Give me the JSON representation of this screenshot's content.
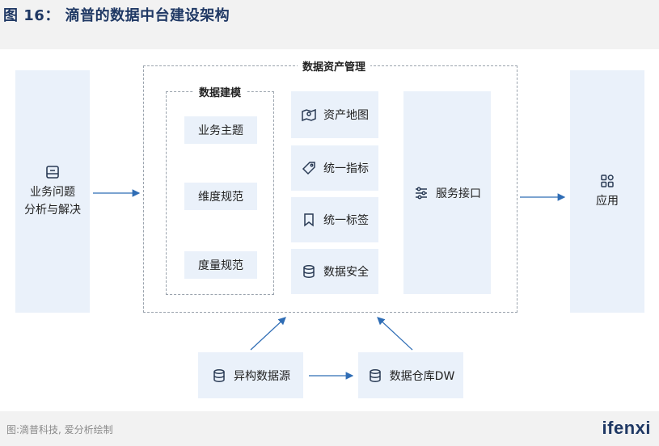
{
  "title": "图 16： 滴普的数据中台建设架构",
  "left_box": {
    "line1": "业务问题",
    "line2": "分析与解决",
    "icon": "book-icon"
  },
  "asset_group": {
    "label": "数据资产管理"
  },
  "modeling_group": {
    "label": "数据建模",
    "items": [
      "业务主题",
      "维度规范",
      "度量规范"
    ]
  },
  "asset_items": [
    {
      "label": "资产地图",
      "icon": "map-pin-icon"
    },
    {
      "label": "统一指标",
      "icon": "tag-icon"
    },
    {
      "label": "统一标签",
      "icon": "bookmark-icon"
    },
    {
      "label": "数据安全",
      "icon": "database-icon"
    }
  ],
  "service_box": {
    "label": "服务接口",
    "icon": "sliders-icon"
  },
  "right_box": {
    "label": "应用",
    "icon": "apps-grid-icon"
  },
  "sources": [
    {
      "label": "异构数据源",
      "icon": "database-icon"
    },
    {
      "label": "数据仓库DW",
      "icon": "database-icon"
    }
  ],
  "footer": {
    "source": "图:滴普科技, 爱分析绘制",
    "brand": "ifenxi"
  },
  "colors": {
    "box_fill": "#eaf1fa",
    "accent": "#1f3864",
    "arrow": "#2f6db5"
  }
}
